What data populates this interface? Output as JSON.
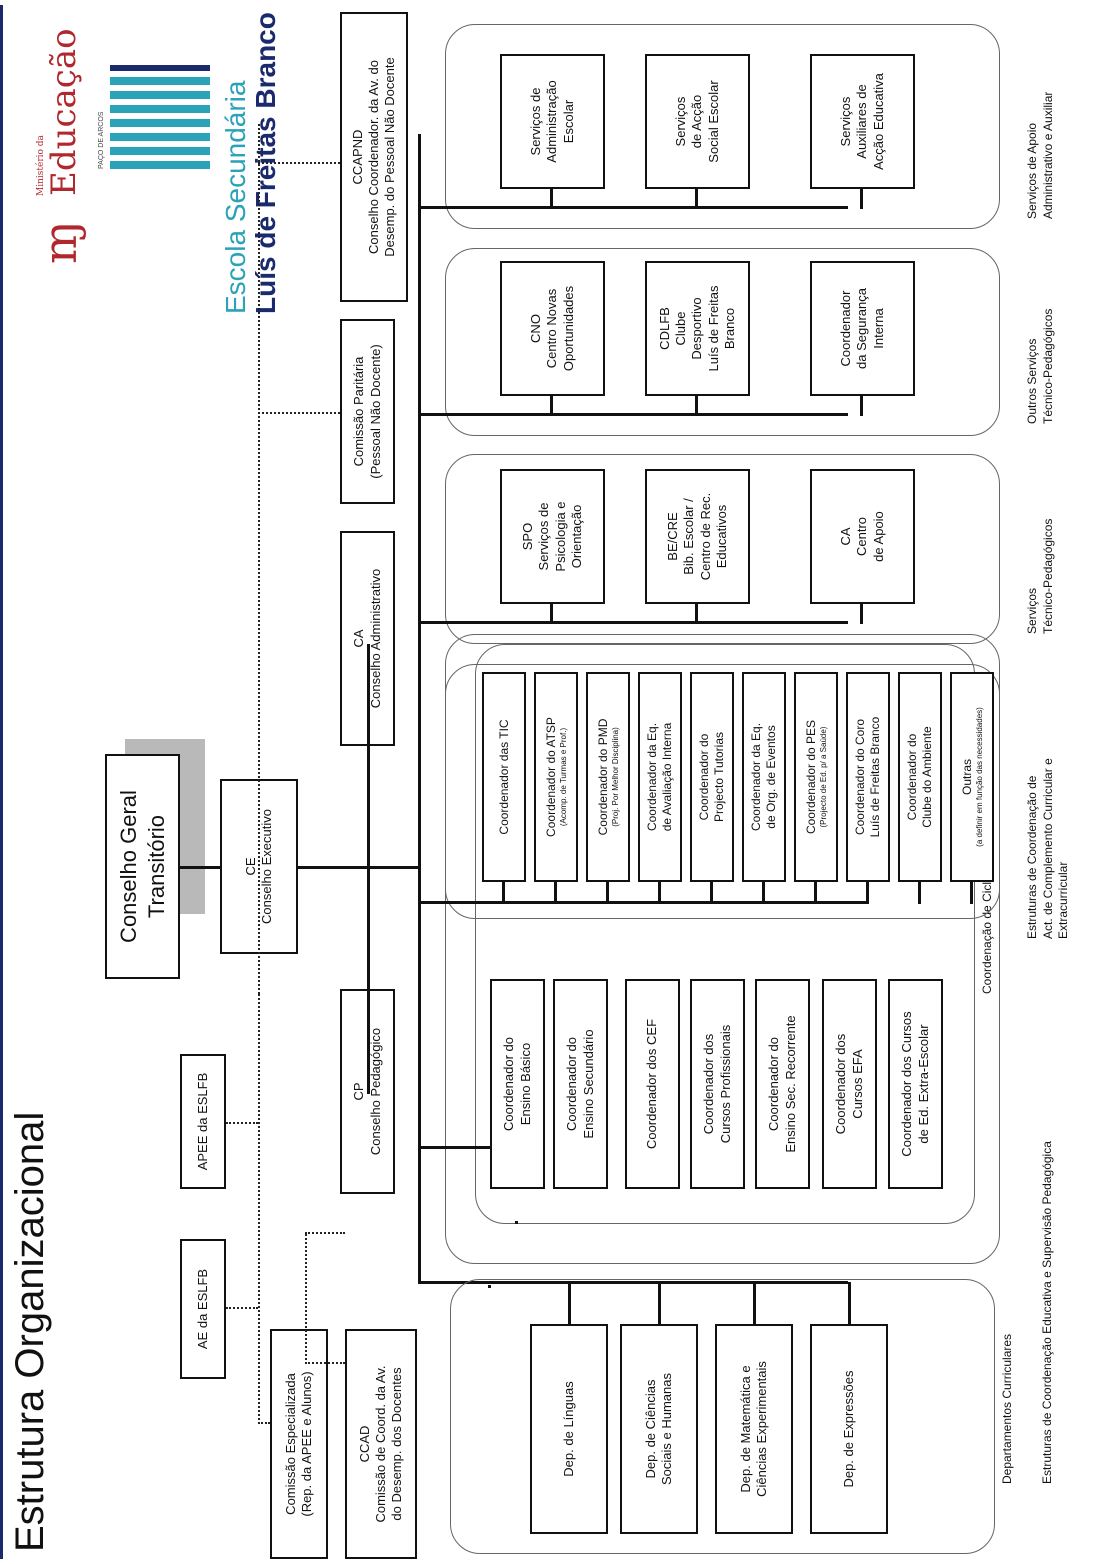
{
  "title": "Estrutura Organizacional",
  "logos": {
    "ministerio_small": "Ministério da",
    "ministerio_main": "Educação",
    "escola_line1": "Escola Secundária",
    "escola_line2": "Luís de Freitas Branco",
    "paco": "PAÇO DE ARCOS"
  },
  "top": {
    "conselho_geral": "Conselho Geral Transitório",
    "ae": "AE da ESLFB",
    "apee": "APEE da ESLFB",
    "comissao_especializada": [
      "Comissão Especializada",
      "(Rep. da APEE e Alunos)"
    ],
    "ccad": [
      "CCAD",
      "Comissão de Coord. da Av.",
      "do Desemp. dos Docentes"
    ],
    "cp": [
      "CP",
      "Conselho Pedagógico"
    ],
    "ce": [
      "CE",
      "Conselho Executivo"
    ],
    "ca": [
      "CA",
      "Conselho Administrativo"
    ],
    "comissao_paritaria": [
      "Comissão Paritária",
      "(Pessoal Não Docente)"
    ],
    "ccapnd": [
      "CCAPND",
      "Conselho Coordenador. da Av. do",
      "Desemp. do Pessoal Não Docente"
    ]
  },
  "groups": {
    "departamentos": {
      "label": "Departamentos Curriculares",
      "items": [
        [
          "Dep. de Línguas"
        ],
        [
          "Dep. de Ciências",
          "Sociais e Humanas"
        ],
        [
          "Dep. de Matemática e",
          "Ciências Experimentais"
        ],
        [
          "Dep. de Expressões"
        ]
      ]
    },
    "ciclo": {
      "label": "Coordenação de Ciclo de Estudos",
      "items": [
        [
          "Coordenador do",
          "Ensino Básico"
        ],
        [
          "Coordenador do",
          "Ensino Secundário"
        ],
        [
          "Coordenador dos CEF"
        ],
        [
          "Coordenador dos",
          "Cursos Profissionais"
        ],
        [
          "Coordenador do",
          "Ensino Sec. Recorrente"
        ],
        [
          "Coordenador dos",
          "Cursos EFA"
        ],
        [
          "Coordenador dos Cursos",
          "de Ed. Extra-Escolar"
        ]
      ]
    },
    "coord_educativa_label": "Estruturas de Coordenação Educativa e Supervisão Pedagógica",
    "complemento": {
      "label": [
        "Estruturas de Coordenação de",
        "Act. de Complemento Curricular e",
        "Extracurricular"
      ],
      "items": [
        {
          "main": [
            "Coordenador das TIC"
          ],
          "small": ""
        },
        {
          "main": [
            "Coordenador do ATSP"
          ],
          "small": "(Acomp. de Turmas e Prof.)"
        },
        {
          "main": [
            "Coordenador do PMD"
          ],
          "small": "(Proj. Por Melhor Disciplina)"
        },
        {
          "main": [
            "Coordenador da Eq.",
            "de Avaliação Interna"
          ],
          "small": ""
        },
        {
          "main": [
            "Coordenador do",
            "Projecto Tutorias"
          ],
          "small": ""
        },
        {
          "main": [
            "Coordenador da Eq.",
            "de Org. de Eventos"
          ],
          "small": ""
        },
        {
          "main": [
            "Coordenador do PES"
          ],
          "small": "(Projecto de Ed. p/ a Saúde)"
        },
        {
          "main": [
            "Coordenador do  Coro",
            "Luís de Freitas Branco"
          ],
          "small": ""
        },
        {
          "main": [
            "Coordenador do",
            "Clube do Ambiente"
          ],
          "small": ""
        },
        {
          "main": [
            "Outras"
          ],
          "small": "(a definir em função das necessidades)"
        }
      ]
    },
    "tecnico": {
      "label": [
        "Serviços",
        "Técnico-Pedagógicos"
      ],
      "items": [
        [
          "SPO",
          "Serviços de",
          "Psicologia e",
          "Orientação"
        ],
        [
          "BE/CRE",
          "Bib. Escolar /",
          "Centro de Rec.",
          "Educativos"
        ],
        [
          "CA",
          "Centro",
          "de Apoio"
        ]
      ]
    },
    "outros": {
      "label": [
        "Outros Serviços",
        "Técnico-Pedagógicos"
      ],
      "items": [
        [
          "CNO",
          "Centro Novas",
          "Oportunidades"
        ],
        [
          "CDLFB",
          "Clube",
          "Desportivo",
          "Luís de Freitas",
          "Branco"
        ],
        [
          "Coordenador",
          "da Segurança",
          "Interna"
        ]
      ]
    },
    "apoio": {
      "label": [
        "Serviços de Apoio",
        "Administrativo e Auxiliar"
      ],
      "items": [
        [
          "Serviços de",
          "Administração",
          "Escolar"
        ],
        [
          "Serviços",
          "de Acção",
          "Social Escolar"
        ],
        [
          "Serviços",
          "Auxiliares de",
          "Acção Educativa"
        ]
      ]
    }
  }
}
